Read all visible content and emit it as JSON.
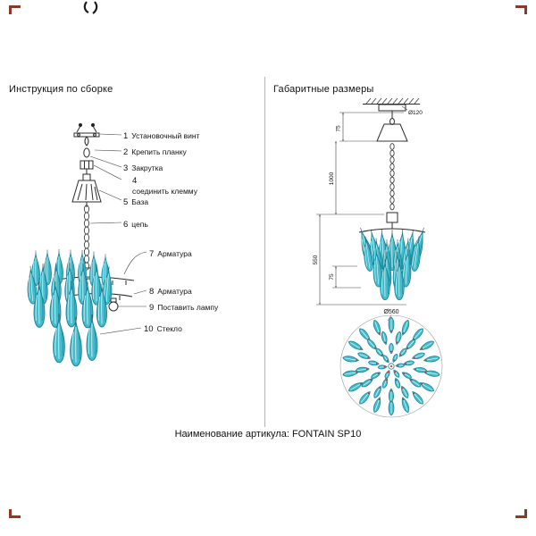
{
  "page": {
    "footer": "Наименование артикула: FONTAIN SP10"
  },
  "left_panel": {
    "title": "Инструкция по сборке",
    "parts": [
      {
        "num": "1",
        "label": "Установочный винт"
      },
      {
        "num": "2",
        "label": "Крепить планку"
      },
      {
        "num": "3",
        "label": "Закрутка"
      },
      {
        "num": "4",
        "label": "соединить клемму"
      },
      {
        "num": "5",
        "label": "База"
      },
      {
        "num": "6",
        "label": "цепь"
      },
      {
        "num": "7",
        "label": "Арматура"
      },
      {
        "num": "8",
        "label": "Арматура"
      },
      {
        "num": "9",
        "label": "Поставить лампу"
      },
      {
        "num": "10",
        "label": "Стекло"
      }
    ]
  },
  "right_panel": {
    "title": "Габаритные размеры",
    "dims": {
      "canopy_diameter": "Ø120",
      "canopy_height": "75",
      "chain_length": "1000",
      "body_height": "550",
      "tier_offset": "75",
      "body_diameter": "Ø560"
    }
  },
  "colors": {
    "glass_teal": "#45bccb",
    "glass_outline": "#157f96",
    "glass_stripe": "#e8fbfd",
    "accent_red": "#c0392b",
    "corner_mark": "#8a3a28",
    "line": "#2b2b2b"
  }
}
